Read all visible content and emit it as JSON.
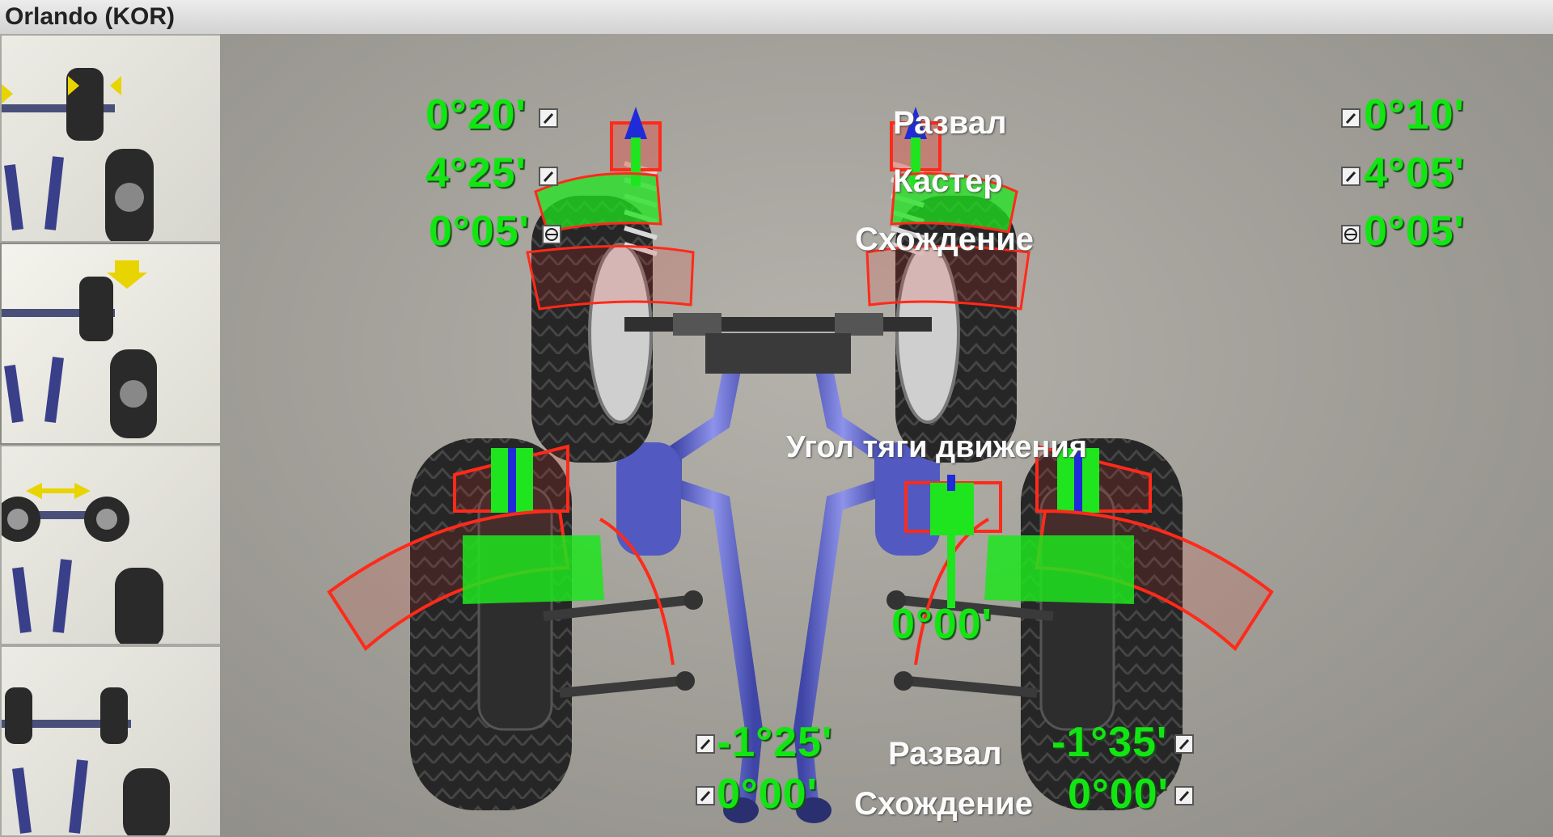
{
  "window": {
    "title": "Orlando (KOR)"
  },
  "sidebar": {
    "items": [
      {
        "name": "front-toe-adjustment-step"
      },
      {
        "name": "front-height-step"
      },
      {
        "name": "rear-track-step"
      },
      {
        "name": "vehicle-overview-step"
      }
    ]
  },
  "front": {
    "labels": {
      "camber": "Развал",
      "caster": "Кастер",
      "toe": "Схождение"
    },
    "left": {
      "camber": "0°20'",
      "caster": "4°25'",
      "toe": "0°05'"
    },
    "right": {
      "camber": "0°10'",
      "caster": "4°05'",
      "toe": "0°05'"
    }
  },
  "thrust": {
    "label": "Угол тяги движения",
    "value": "0°00'"
  },
  "rear": {
    "labels": {
      "camber": "Развал",
      "toe": "Схождение"
    },
    "left": {
      "camber": "-1°25'",
      "toe": "0°00'"
    },
    "right": {
      "camber": "-1°35'",
      "toe": "0°00'"
    }
  },
  "colors": {
    "value_green": "#12e612",
    "gauge_red": "#ff2a1a",
    "gauge_green": "#1fe51f",
    "pipe_blue": "#5b62c8"
  }
}
